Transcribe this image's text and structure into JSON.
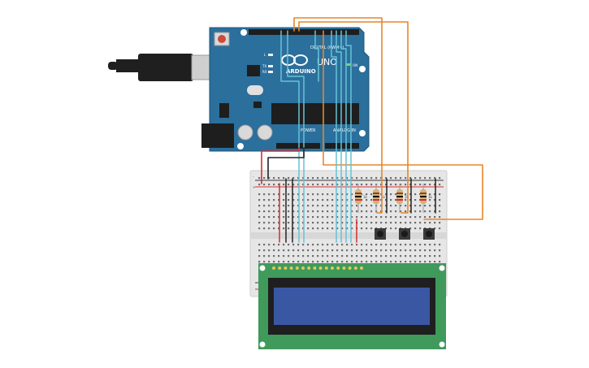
{
  "board": {
    "brand": "ARDUINO",
    "model": "UNO",
    "digital_label": "DIGITAL (PWM~)",
    "analog_label": "ANALOG IN",
    "power_label": "POWER",
    "on_label": "ON",
    "tx_label": "TX",
    "rx_label": "RX",
    "l_label": "L"
  },
  "resistors": [
    "1k",
    "1k",
    "1k",
    "1k"
  ],
  "rail_signs": [
    "+",
    "-"
  ],
  "colors": {
    "board": "#2b6f9c",
    "usb": "#1f1f1f",
    "wire_orange": "#e8862a",
    "wire_cyan": "#66c3d6",
    "wire_red": "#d32f2f",
    "wire_black": "#222222",
    "lcd_pcb": "#3f9a5b",
    "lcd_screen": "#3a57a4",
    "breadboard": "#e6e6e6"
  }
}
